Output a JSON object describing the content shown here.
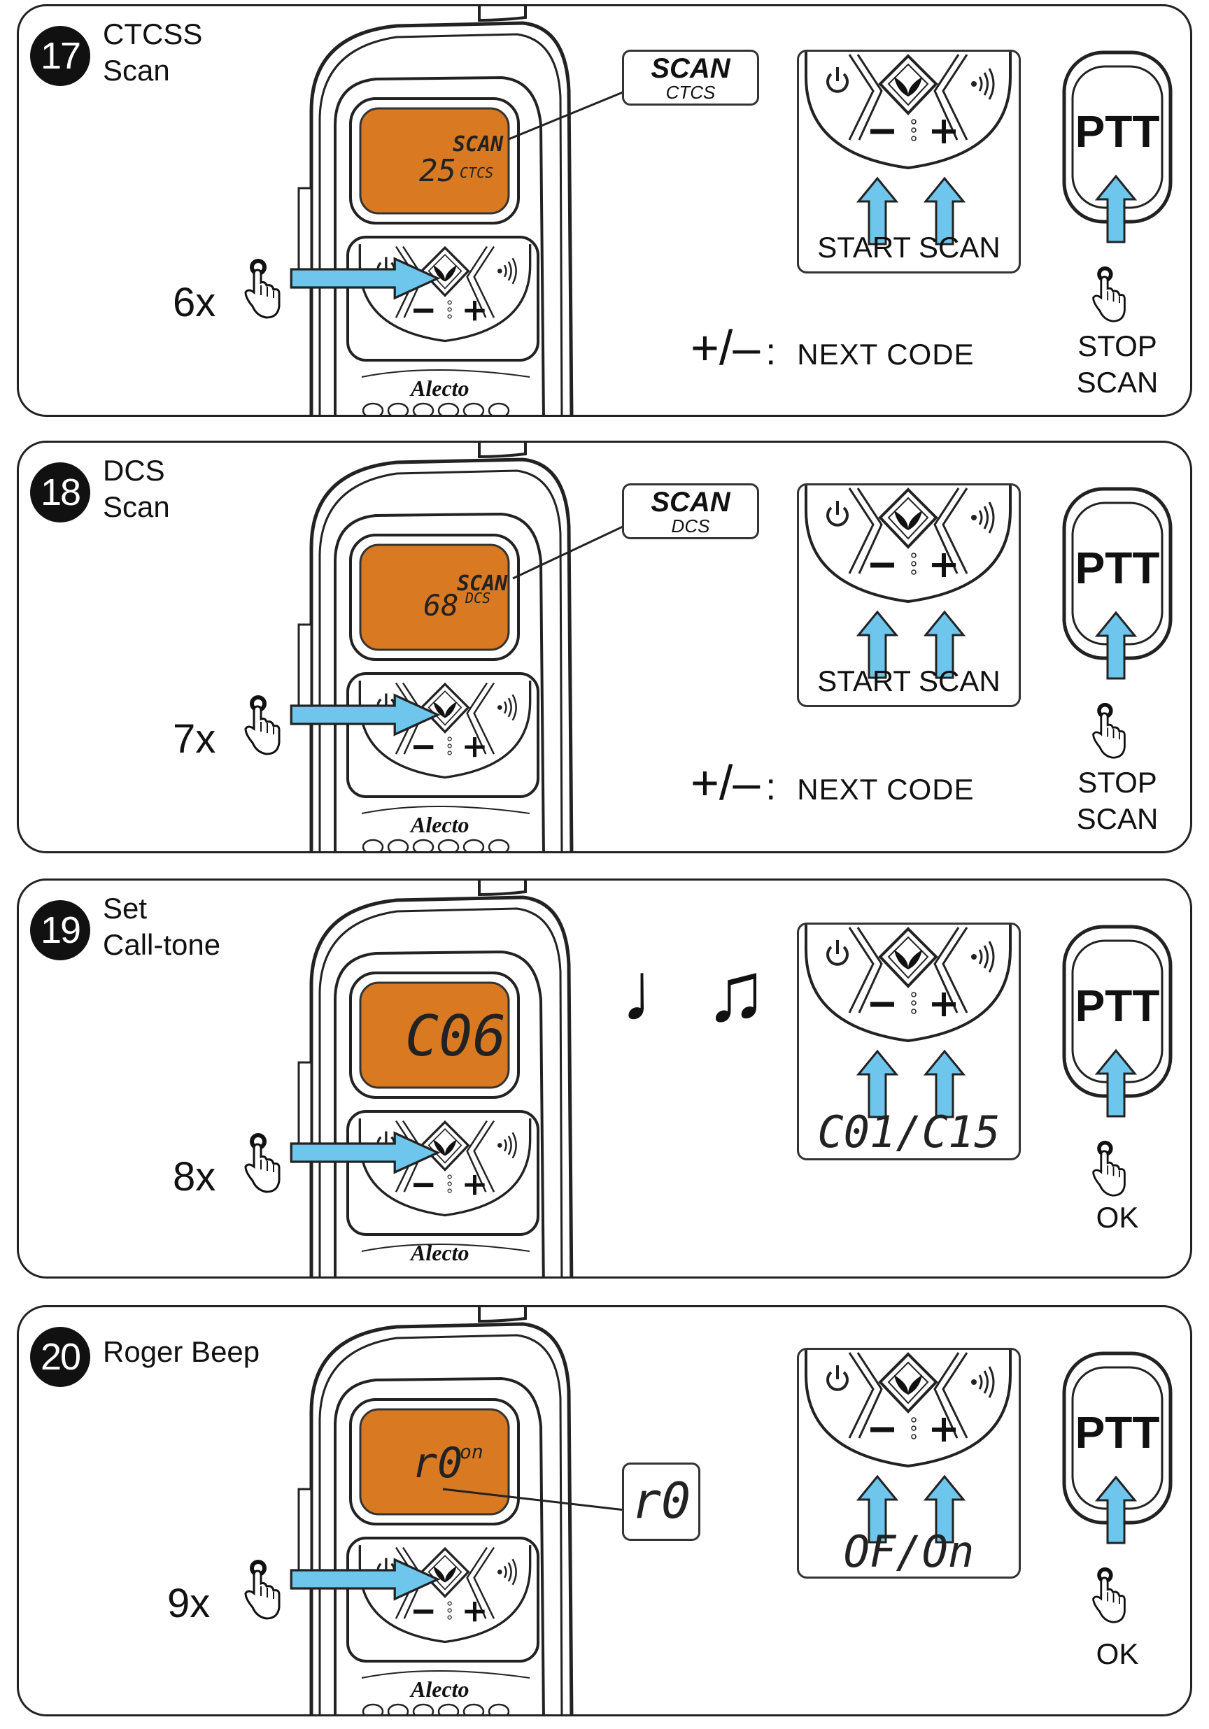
{
  "accent_color": "#6ec6ec",
  "lcd_color": "#d97a22",
  "steps": [
    {
      "number": "17",
      "title_line1": "CTCSS",
      "title_line2": "Scan",
      "lcd_main": "25",
      "lcd_top": "SCAN",
      "lcd_sub": "CTCS",
      "callout_big": "SCAN",
      "callout_small": "CTCS",
      "press_count": "6x",
      "key_caption": "START SCAN",
      "next_code_symbol": "+/–",
      "next_code_colon": ":",
      "next_code_label": "NEXT CODE",
      "ptt_label": "PTT",
      "ptt_caption_1": "STOP",
      "ptt_caption_2": "SCAN",
      "brand": "Alecto"
    },
    {
      "number": "18",
      "title_line1": "DCS",
      "title_line2": "Scan",
      "lcd_main": "68",
      "lcd_top": "SCAN",
      "lcd_sub": "DCS",
      "callout_big": "SCAN",
      "callout_small": "DCS",
      "press_count": "7x",
      "key_caption": "START SCAN",
      "next_code_symbol": "+/–",
      "next_code_colon": ":",
      "next_code_label": "NEXT CODE",
      "ptt_label": "PTT",
      "ptt_caption_1": "STOP",
      "ptt_caption_2": "SCAN",
      "brand": "Alecto"
    },
    {
      "number": "19",
      "title_line1": "Set",
      "title_line2": "Call-tone",
      "lcd_main": "C06",
      "press_count": "8x",
      "key_caption": "C01/C15",
      "notes_icon": "♩♫",
      "ptt_label": "PTT",
      "ptt_caption_1": "OK",
      "brand": "Alecto"
    },
    {
      "number": "20",
      "title_line1": "Roger Beep",
      "lcd_main": "r0",
      "lcd_sup": "on",
      "callout_big": "r0",
      "press_count": "9x",
      "key_caption": "OF/On",
      "ptt_label": "PTT",
      "ptt_caption_1": "OK",
      "brand": "Alecto"
    }
  ]
}
